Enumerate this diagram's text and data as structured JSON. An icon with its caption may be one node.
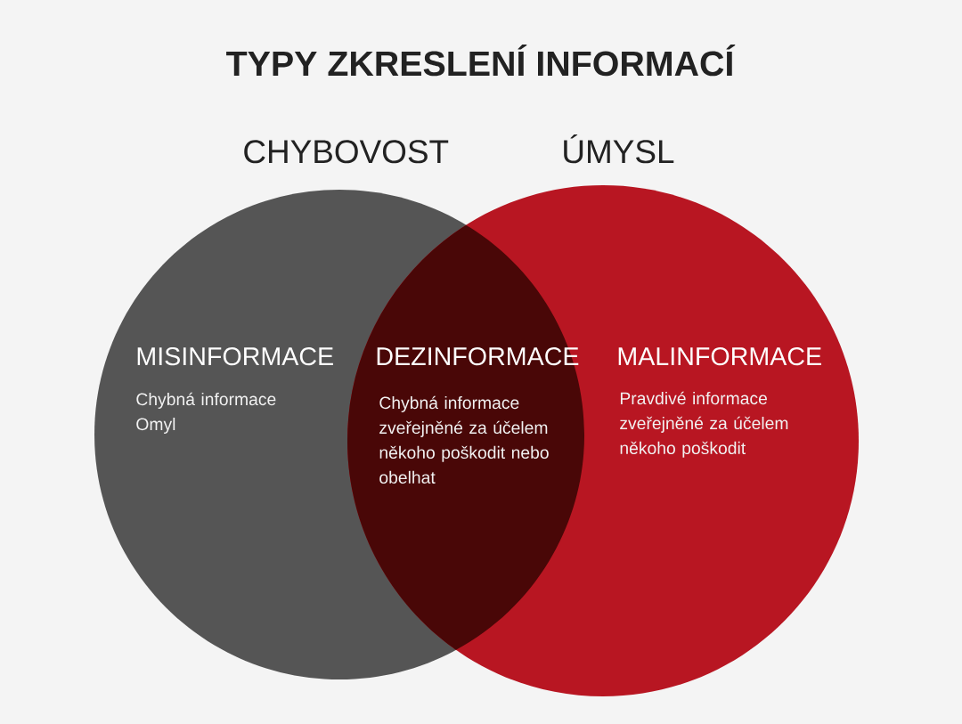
{
  "diagram": {
    "title": "TYPY ZKRESLENÍ INFORMACÍ",
    "nodes": [
      {
        "text": [
          "CHYBOVOST",
          "MISINFORMACE",
          "Chybná informace",
          "Omyl"
        ]
      },
      {
        "text": [
          "ÚMYSL",
          "MALINFORMACE",
          "Pravdivé informace zveřejněné za účelem někoho poškodit"
        ]
      },
      {
        "text": [
          "DEZINFORMACE",
          "Chybná informace zveřejněné za účelem někoho poškodit nebo obelhat"
        ]
      }
    ]
  }
}
